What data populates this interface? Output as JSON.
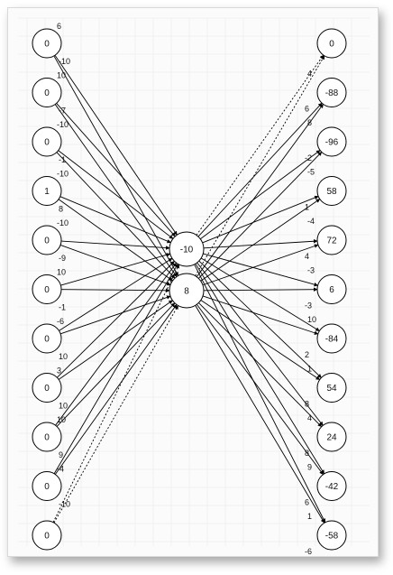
{
  "diagram": {
    "input_nodes": [
      "0",
      "0",
      "0",
      "1",
      "0",
      "0",
      "0",
      "0",
      "0",
      "0",
      "0"
    ],
    "hidden_nodes": [
      "-10",
      "8"
    ],
    "output_nodes": [
      "0",
      "-88",
      "-96",
      "58",
      "72",
      "6",
      "-84",
      "54",
      "24",
      "-42",
      "-58"
    ],
    "input_weights": [
      [
        "6",
        "-10"
      ],
      [
        "10",
        "-7"
      ],
      [
        "-10",
        "-1"
      ],
      [
        "-10",
        "8"
      ],
      [
        "-10",
        "-9"
      ],
      [
        "10",
        "-1"
      ],
      [
        "-6",
        "10"
      ],
      [
        "3",
        "10"
      ],
      [
        "10",
        "9"
      ],
      [
        "-4",
        "-10"
      ],
      [
        "",
        ""
      ]
    ],
    "output_weights": [
      [
        "",
        ""
      ],
      [
        "4",
        "6"
      ],
      [
        "8",
        "-2"
      ],
      [
        "-5",
        "1"
      ],
      [
        "-4",
        "4"
      ],
      [
        "-3",
        "-3"
      ],
      [
        "10",
        "2"
      ],
      [
        "1",
        "8"
      ],
      [
        "4",
        "8"
      ],
      [
        "9",
        "6"
      ],
      [
        "1",
        "-6"
      ]
    ],
    "dotted_edges": {
      "input_index": 10,
      "output_index": 0
    }
  }
}
